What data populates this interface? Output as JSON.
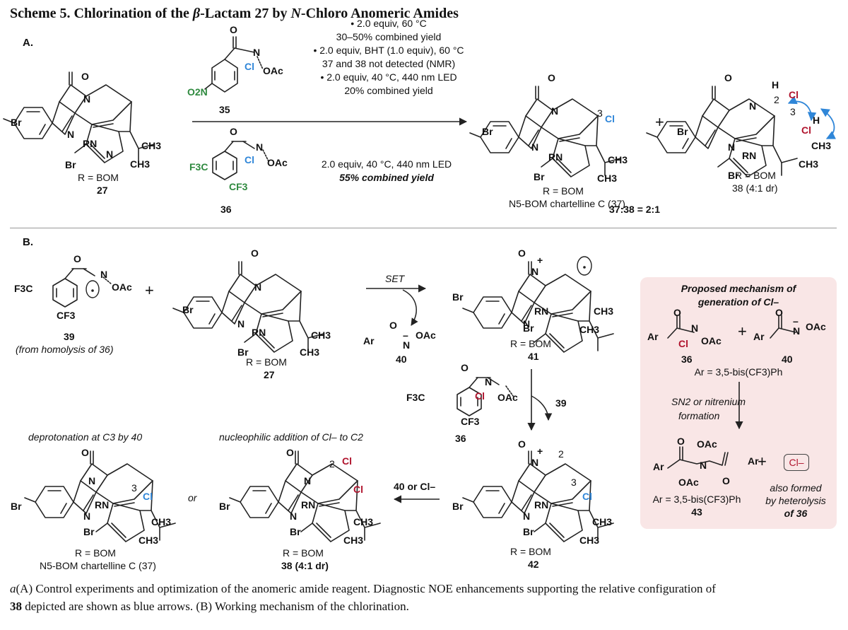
{
  "title": {
    "prefix": "Scheme 5. Chlorination of the ",
    "beta": "β",
    "mid": "-Lactam 27 by ",
    "n": "N",
    "suffix": "-Chloro Anomeric Amides"
  },
  "section_a": "A.",
  "section_b": "B.",
  "atoms": {
    "br": "Br",
    "cl": "Cl",
    "ch3": "CH3",
    "rn": "RN",
    "n": "N",
    "o": "O",
    "oac": "OAc",
    "o2n": "O2N",
    "f3c": "F3C",
    "cf3": "CF3",
    "ar": "Ar",
    "h": "H",
    "plus": "+",
    "minus": "–",
    "num2": "2",
    "num3": "3"
  },
  "labels": {
    "r_bom": "R = BOM",
    "c27": "27",
    "c35": "35",
    "c36": "36",
    "c37_label": "N5-BOM chartelline C (37)",
    "c38_label": "38 (4:1 dr)",
    "ratio": "37:38 = 2:1",
    "c39": "39",
    "from_homolysis": "(from homolysis of 36)",
    "c40": "40",
    "c41": "41",
    "c42": "42",
    "c43": "43",
    "c39_arrow": "39",
    "set": "SET",
    "or": "or",
    "forty_or_cl": "40 or Cl–",
    "deprotonation": "deprotonation at C3 by 40",
    "nucleophilic": "nucleophilic addition of Cl– to C2"
  },
  "conditions_35": [
    "• 2.0 equiv, 60 °C",
    "30–50% combined yield",
    "• 2.0 equiv, BHT (1.0 equiv), 60 °C",
    "37 and 38 not detected (NMR)",
    "• 2.0 equiv, 40 °C, 440 nm LED",
    "20% combined yield"
  ],
  "conditions_36": [
    "2.0 equiv, 40 °C, 440 nm LED",
    "55% combined yield"
  ],
  "mechanism_box": {
    "title_1": "Proposed mechanism of",
    "title_2": "generation of Cl–",
    "ar_def": "Ar = 3,5-bis(CF3)Ph",
    "sn2_1": "SN2 or nitrenium",
    "sn2_2": "formation",
    "ar_def_2": "Ar = 3,5-bis(CF3)Ph",
    "cl_minus": "Cl–",
    "also_1": "also formed",
    "also_2": "by heterolysis",
    "also_3": "of 36"
  },
  "caption": {
    "a": "a",
    "line1": "(A) Control experiments and optimization of the anomeric amide reagent. Diagnostic NOE enhancements supporting the relative configuration of",
    "line2_num": "38",
    "line2": " depicted are shown as blue arrows. (B) Working mechanism of the chlorination."
  },
  "colors": {
    "red": "#b0132d",
    "blue": "#2f86d8",
    "green": "#2f8a3f",
    "box": "#f9e6e6"
  }
}
